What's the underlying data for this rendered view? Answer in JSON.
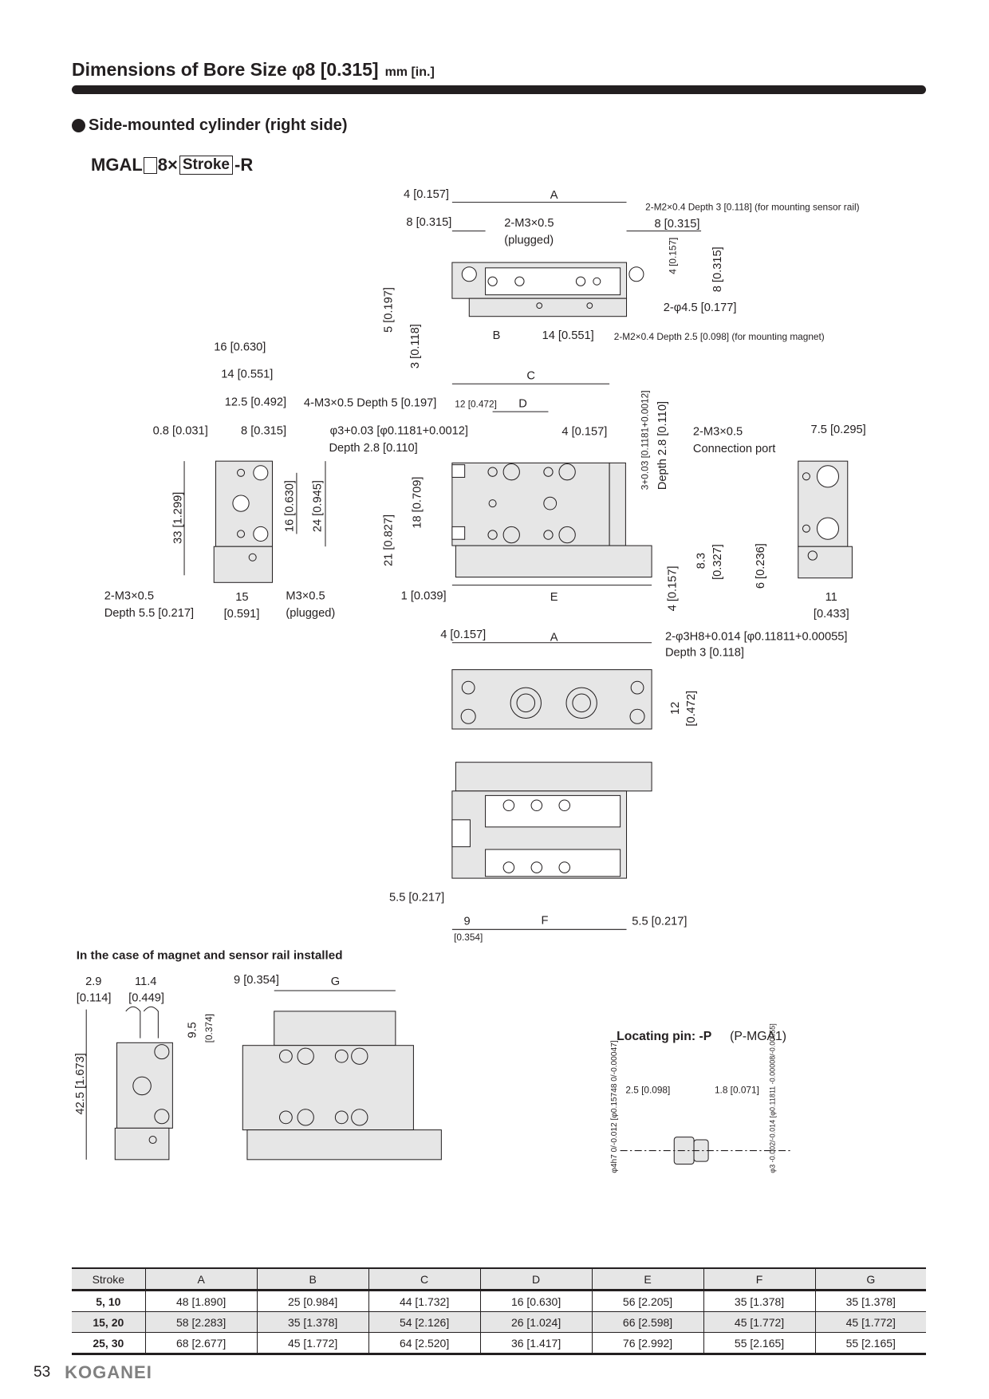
{
  "header": {
    "title": "Dimensions of Bore Size φ8 [0.315]",
    "unit": "mm [in.]"
  },
  "section": {
    "title": "Side-mounted cylinder (right side)"
  },
  "model": {
    "prefix": "MGAL",
    "mid": "8×",
    "stroke": "Stroke",
    "suffix": "-R"
  },
  "top_view": [
    "4 [0.157]",
    "A",
    "2-M2×0.4 Depth 3 [0.118] (for mounting sensor rail)",
    "8 [0.315]",
    "2-M3×0.5",
    "(plugged)",
    "8 [0.315]",
    "4 [0.157]",
    "8 [0.315]",
    "5 [0.197]",
    "2-φ4.5 [0.177]",
    "3 [0.118]",
    "B",
    "14 [0.551]",
    "2-M2×0.4 Depth 2.5 [0.098] (for mounting magnet)"
  ],
  "left_view": [
    "16 [0.630]",
    "14 [0.551]",
    "12.5 [0.492]",
    "0.8 [0.031]",
    "8 [0.315]",
    "33 [1.299]",
    "16 [0.630]",
    "24 [0.945]",
    "2-M3×0.5",
    "Depth 5.5 [0.217]",
    "15",
    "[0.591]",
    "M3×0.5",
    "(plugged)"
  ],
  "front_view": [
    "C",
    "4-M3×0.5 Depth 5 [0.197]",
    "12 [0.472]",
    "D",
    "φ3+0.03 [φ0.1181+0.0012]",
    "Depth 2.8 [0.110]",
    "4 [0.157]",
    "3+0.03 [0.1181+0.0012]",
    "Depth 2.8 [0.110]",
    "21 [0.827]",
    "18 [0.709]",
    "8.3",
    "[0.327]",
    "4 [0.157]",
    "1 [0.039]",
    "E"
  ],
  "right_view": [
    "2-M3×0.5",
    "Connection port",
    "7.5 [0.295]",
    "6 [0.236]",
    "11",
    "[0.433]"
  ],
  "bottom_view": [
    "4 [0.157]",
    "A",
    "2-φ3H8+0.014 [φ0.11811+0.00055]",
    "Depth 3 [0.118]",
    "12",
    "[0.472]"
  ],
  "rear_view": [
    "5.5 [0.217]",
    "9",
    "[0.354]",
    "F",
    "5.5 [0.217]"
  ],
  "magnet_section": {
    "title": "In the case of magnet and sensor rail installed",
    "labels": [
      "2.9",
      "11.4",
      "[0.114]",
      "[0.449]",
      "9.5",
      "[0.374]",
      "42.5 [1.673]",
      "9 [0.354]",
      "G"
    ]
  },
  "pin": {
    "title": "Locating pin: -P",
    "code": "(P-MGA1)",
    "labels": [
      "2.5 [0.098]",
      "1.8 [0.071]",
      "φ4h7 0/-0.012 [φ0.15748 0/-0.00047]",
      "φ3 -0.002/-0.014 [φ0.11811 -0.00008/-0.00055]"
    ]
  },
  "table": {
    "headers": [
      "Stroke",
      "A",
      "B",
      "C",
      "D",
      "E",
      "F",
      "G"
    ],
    "rows": [
      [
        "5, 10",
        "48 [1.890]",
        "25 [0.984]",
        "44 [1.732]",
        "16 [0.630]",
        "56 [2.205]",
        "35 [1.378]",
        "35 [1.378]"
      ],
      [
        "15, 20",
        "58 [2.283]",
        "35 [1.378]",
        "54 [2.126]",
        "26 [1.024]",
        "66 [2.598]",
        "45 [1.772]",
        "45 [1.772]"
      ],
      [
        "25, 30",
        "68 [2.677]",
        "45 [1.772]",
        "64 [2.520]",
        "36 [1.417]",
        "76 [2.992]",
        "55 [2.165]",
        "55 [2.165]"
      ]
    ]
  },
  "footer": {
    "page": "53",
    "brand": "KOGANEI"
  }
}
